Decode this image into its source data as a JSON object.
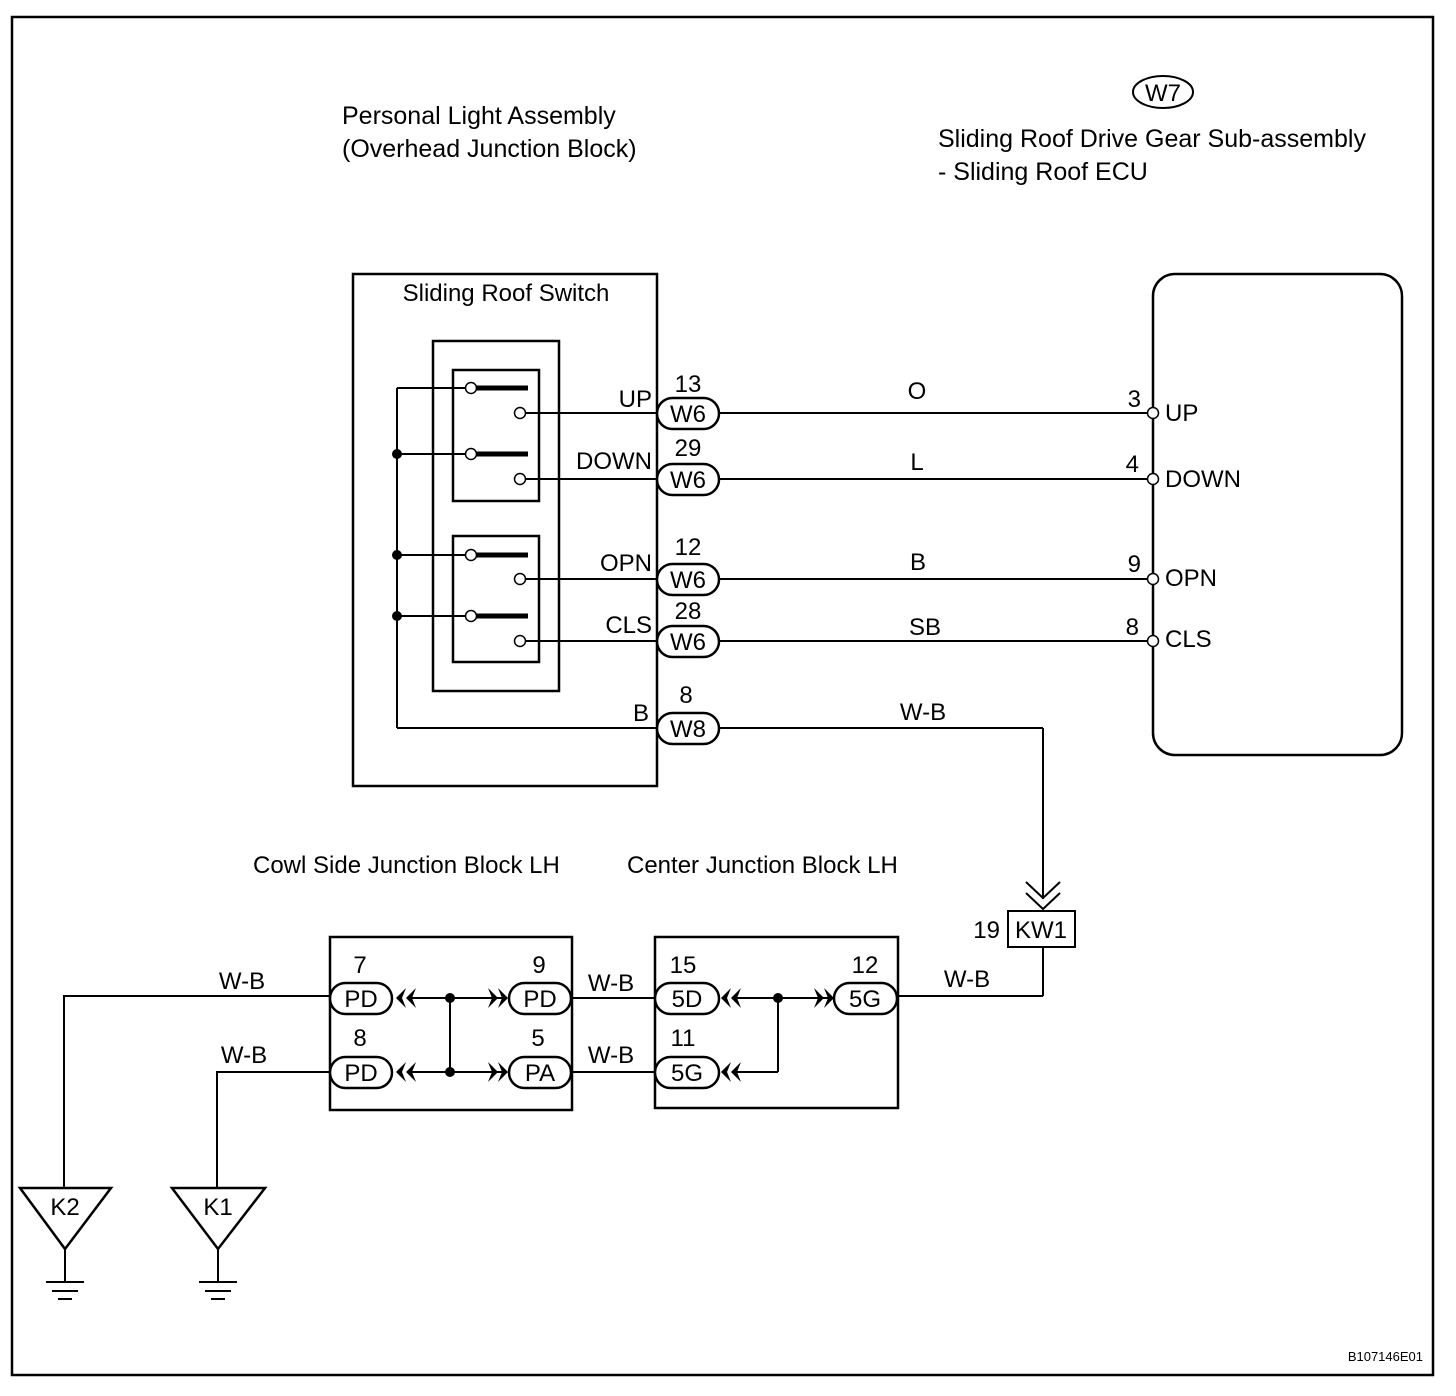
{
  "titles": {
    "personal_light_line1": "Personal Light Assembly",
    "personal_light_line2": "(Overhead Junction Block)",
    "ecu_connector": "W7",
    "ecu_line1": "Sliding Roof Drive Gear Sub-assembly",
    "ecu_line2": "- Sliding Roof ECU",
    "switch": "Sliding Roof Switch",
    "cowl_block": "Cowl Side Junction Block LH",
    "center_block": "Center Junction Block LH",
    "drawing_code": "B107146E01"
  },
  "switch_circuits": [
    {
      "label": "UP",
      "pin": "13",
      "connector": "W6",
      "wire": "O",
      "ecu_pin": "3",
      "ecu_label": "UP"
    },
    {
      "label": "DOWN",
      "pin": "29",
      "connector": "W6",
      "wire": "L",
      "ecu_pin": "4",
      "ecu_label": "DOWN"
    },
    {
      "label": "OPN",
      "pin": "12",
      "connector": "W6",
      "wire": "B",
      "ecu_pin": "9",
      "ecu_label": "OPN"
    },
    {
      "label": "CLS",
      "pin": "28",
      "connector": "W6",
      "wire": "SB",
      "ecu_pin": "8",
      "ecu_label": "CLS"
    }
  ],
  "ground_circuit": {
    "label": "B",
    "pin": "8",
    "connector": "W8",
    "wire": "W-B"
  },
  "kw1": {
    "pin": "19",
    "connector": "KW1"
  },
  "cowl_connectors": [
    {
      "pin": "7",
      "name": "PD"
    },
    {
      "pin": "9",
      "name": "PD"
    },
    {
      "pin": "8",
      "name": "PD"
    },
    {
      "pin": "5",
      "name": "PA"
    }
  ],
  "center_connectors": [
    {
      "pin": "15",
      "name": "5D"
    },
    {
      "pin": "12",
      "name": "5G"
    },
    {
      "pin": "11",
      "name": "5G"
    }
  ],
  "wires": {
    "k2_wire": "W-B",
    "k1_wire": "W-B",
    "cowl_center_upper": "W-B",
    "cowl_center_lower": "W-B",
    "center_kw1": "W-B"
  },
  "grounds": [
    {
      "name": "K2"
    },
    {
      "name": "K1"
    }
  ]
}
